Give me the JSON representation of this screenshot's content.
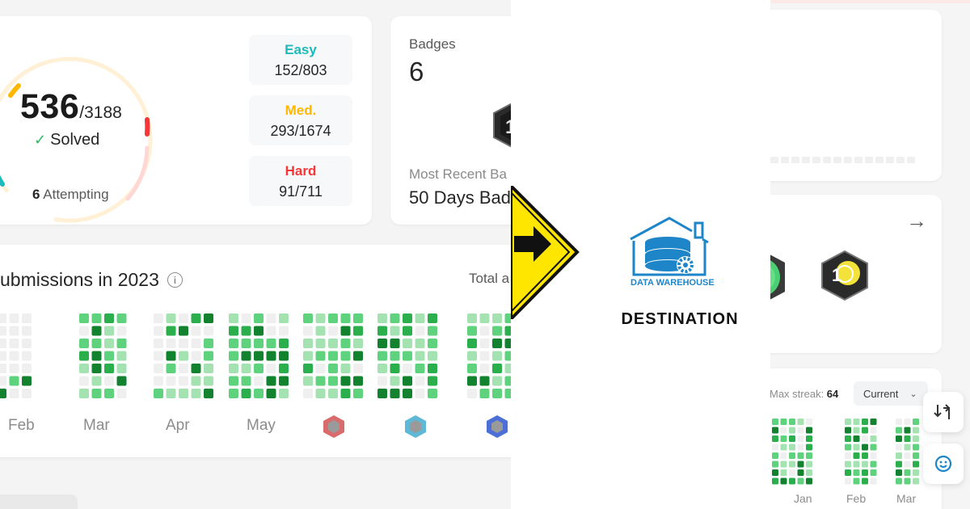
{
  "solved": {
    "count": "536",
    "total": "/3188",
    "label": "Solved",
    "attempting_count": "6",
    "attempting_label": " Attempting"
  },
  "difficulty": [
    {
      "name": "Easy",
      "value": "152/803",
      "color": "#1cbaba"
    },
    {
      "name": "Med.",
      "value": "293/1674",
      "color": "#ffb700"
    },
    {
      "name": "Hard",
      "value": "91/711",
      "color": "#f63737"
    }
  ],
  "badges": {
    "title": "Badges",
    "count": "6",
    "recent_label": "Most Recent Ba",
    "recent_name": "50 Days Bad"
  },
  "submissions": {
    "title": "ubmissions in 2023",
    "total_label": "Total a",
    "months": [
      "Feb",
      "Mar",
      "Apr",
      "May"
    ]
  },
  "center": {
    "dw_label": "DATA WAREHOUSE",
    "destination": "DESTINATION"
  },
  "right": {
    "max_streak_label": "Max streak: ",
    "max_streak_value": "64",
    "current_label": "Current",
    "months": [
      "Jan",
      "Feb",
      "Mar"
    ]
  },
  "colors": {
    "green_1": "#a4e3b1",
    "green_2": "#5fd27d",
    "green_3": "#2bae4c",
    "green_4": "#12822f",
    "empty": "#efefef",
    "accent_blue": "#1e86c8",
    "sign_yellow": "#ffe600"
  }
}
